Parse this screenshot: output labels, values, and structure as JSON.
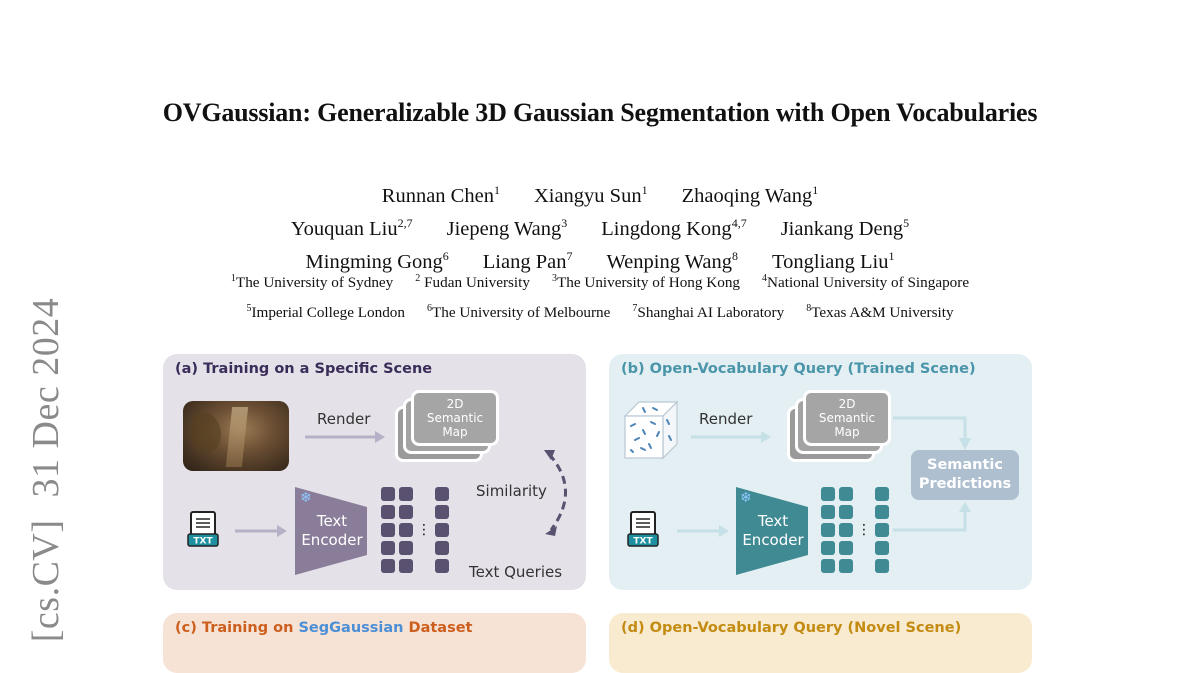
{
  "arxiv": {
    "category": "[cs.CV]",
    "date": "31 Dec 2024"
  },
  "title": "OVGaussian: Generalizable 3D Gaussian Segmentation with Open Vocabularies",
  "authors": [
    [
      {
        "name": "Runnan Chen",
        "aff": "1"
      },
      {
        "name": "Xiangyu Sun",
        "aff": "1"
      },
      {
        "name": "Zhaoqing Wang",
        "aff": "1"
      }
    ],
    [
      {
        "name": "Youquan Liu",
        "aff": "2,7"
      },
      {
        "name": "Jiepeng Wang",
        "aff": "3"
      },
      {
        "name": "Lingdong Kong",
        "aff": "4,7"
      },
      {
        "name": "Jiankang Deng",
        "aff": "5"
      }
    ],
    [
      {
        "name": "Mingming Gong",
        "aff": "6"
      },
      {
        "name": "Liang Pan",
        "aff": "7"
      },
      {
        "name": "Wenping Wang",
        "aff": "8"
      },
      {
        "name": "Tongliang Liu",
        "aff": "1"
      }
    ]
  ],
  "affiliations": [
    [
      {
        "num": "1",
        "name": "The University of Sydney"
      },
      {
        "num": "2",
        "name": "Fudan University"
      },
      {
        "num": "3",
        "name": "The University of Hong Kong"
      },
      {
        "num": "4",
        "name": "National University of Singapore"
      }
    ],
    [
      {
        "num": "5",
        "name": "Imperial College London"
      },
      {
        "num": "6",
        "name": "The University of Melbourne"
      },
      {
        "num": "7",
        "name": "Shanghai AI Laboratory"
      },
      {
        "num": "8",
        "name": "Texas A&M University"
      }
    ]
  ],
  "figure": {
    "panel_a": {
      "title": "(a) Training on a Specific Scene",
      "render": "Render",
      "map_line1": "2D",
      "map_line2": "Semantic",
      "map_line3": "Map",
      "similarity": "Similarity",
      "encoder_line1": "Text",
      "encoder_line2": "Encoder",
      "text_queries": "Text Queries",
      "txt_icon": "TXT"
    },
    "panel_b": {
      "title": "(b) Open-Vocabulary Query (Trained Scene)",
      "render": "Render",
      "map_line1": "2D",
      "map_line2": "Semantic",
      "map_line3": "Map",
      "pred_line1": "Semantic",
      "pred_line2": "Predictions",
      "encoder_line1": "Text",
      "encoder_line2": "Encoder",
      "txt_icon": "TXT"
    },
    "panel_c": {
      "title_prefix": "(c) Training on ",
      "title_highlight": "SegGaussian",
      "title_suffix": " Dataset"
    },
    "panel_d": {
      "title": "(d) Open-Vocabulary Query (Novel Scene)"
    },
    "colors": {
      "panel_a_bg": "#e4e1e8",
      "panel_b_bg": "#e3eff2",
      "panel_c_bg": "#f7e2d6",
      "panel_d_bg": "#f8ebcf",
      "encoder_a": "#8a7d9a",
      "encoder_b": "#3f8a93"
    }
  }
}
